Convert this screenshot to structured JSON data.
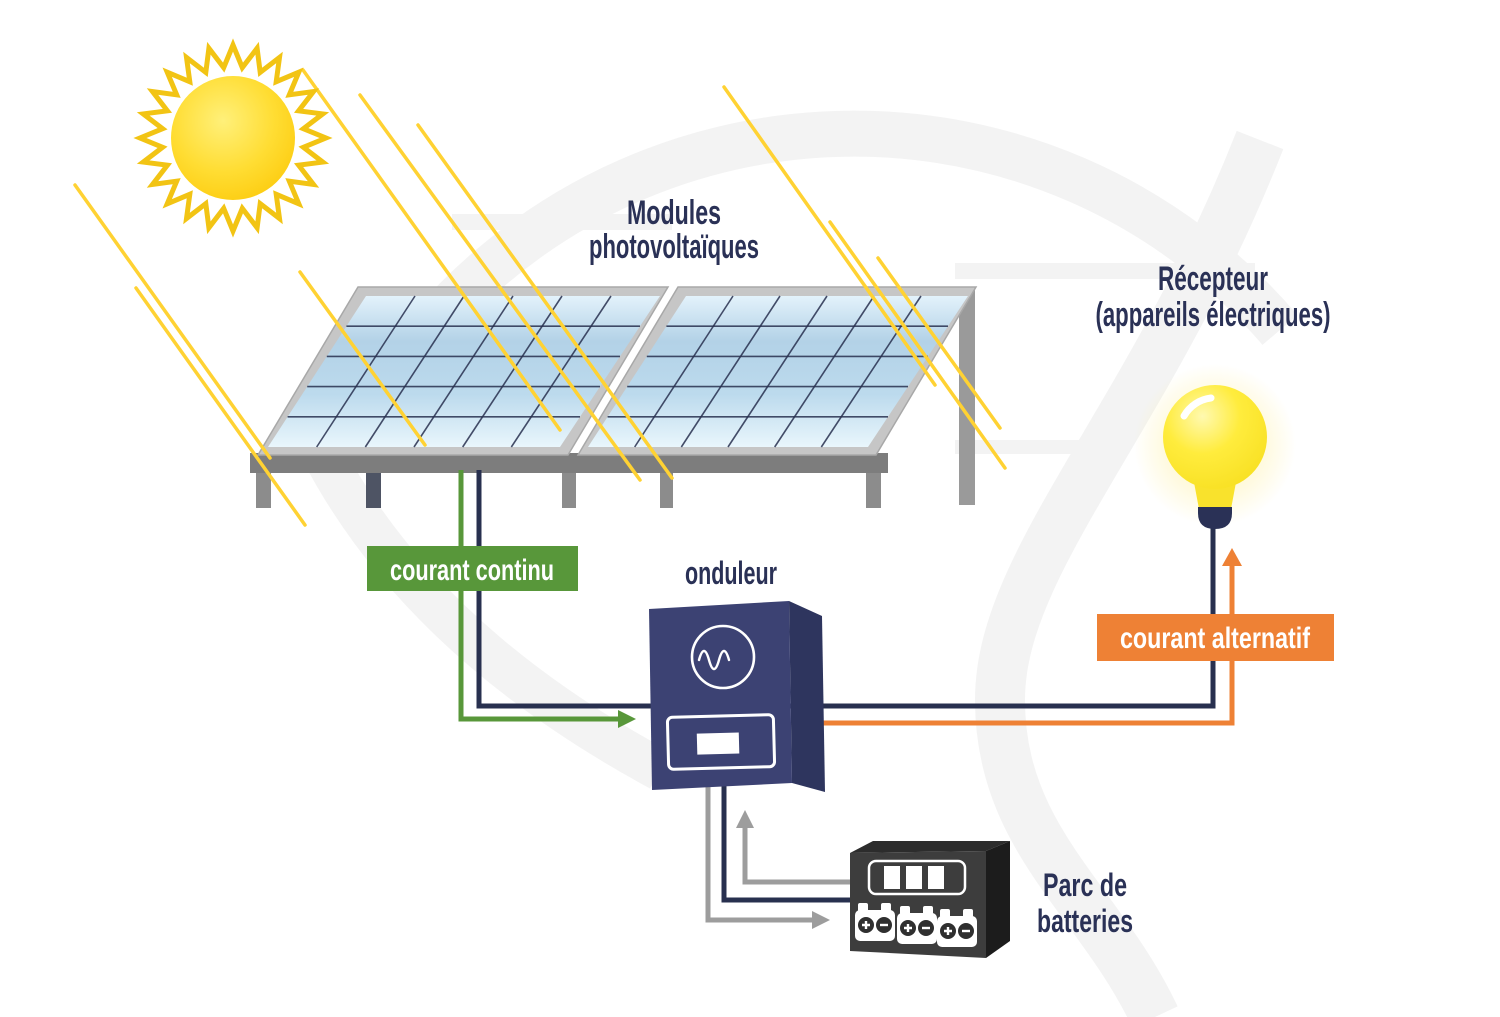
{
  "labels": {
    "modules_line1": "Modules",
    "modules_line2": "photovoltaïques",
    "receptor_line1": "Récepteur",
    "receptor_line2": "(appareils électriques)",
    "inverter": "onduleur",
    "dc_current": "courant continu",
    "ac_current": "courant alternatif",
    "battery_line1": "Parc de",
    "battery_line2": "batteries"
  },
  "colors": {
    "navy": "#2a3156",
    "navy_line": "#28304f",
    "green": "#58973a",
    "orange": "#ee8135",
    "gray_line": "#9d9d9d",
    "structure_gray": "#7d7d7d",
    "leg_gray": "#8c8c8c",
    "dark_leg": "#4e5464",
    "panel_frame": "#c6c6c6",
    "sun_yellow": "#ffd21e",
    "sun_spike": "#f2c414",
    "ray_yellow": "#ffd233",
    "bulb_yellow": "#f9e22c",
    "battery_front": "#3d3d3d",
    "battery_side": "#1c1c1c",
    "battery_top": "#2c2c2c",
    "inverter_front": "#3c4273",
    "inverter_side": "#2e355e",
    "watermark": "#f3f3f3"
  },
  "icons": {
    "sun": "sun-icon",
    "sun_rays": "sun-rays-icon",
    "solar_panels": "solar-panel-icon",
    "sine_wave": "sine-wave-icon",
    "lightbulb": "lightbulb-icon",
    "battery_plus": "plus-icon",
    "battery_minus": "minus-icon"
  },
  "flows": [
    {
      "from": "Modules photovoltaïques",
      "to": "onduleur",
      "label": "courant continu",
      "color": "#58973a"
    },
    {
      "from": "onduleur",
      "to": "Récepteur (appareils électriques)",
      "label": "courant alternatif",
      "color": "#ee8135"
    },
    {
      "from": "onduleur",
      "to": "Parc de batteries",
      "label": "",
      "color": "#9d9d9d"
    },
    {
      "from": "Parc de batteries",
      "to": "onduleur",
      "label": "",
      "color": "#9d9d9d"
    }
  ]
}
